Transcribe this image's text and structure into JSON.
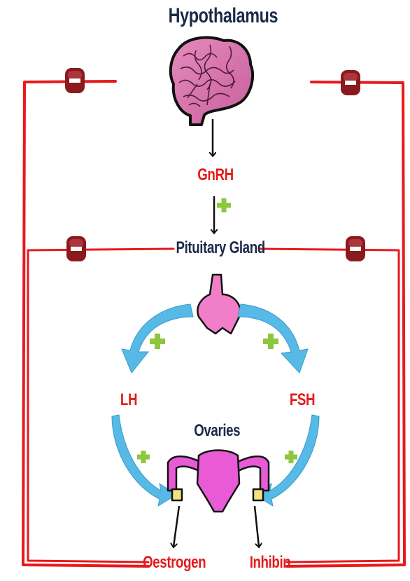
{
  "labels": {
    "hypothalamus": "Hypothalamus",
    "gnrh": "GnRH",
    "pituitary": "Pituitary Gland",
    "lh": "LH",
    "fsh": "FSH",
    "ovaries": "Ovaries",
    "oestrogen": "Oestrogen",
    "inhibin": "Inhibin"
  },
  "colors": {
    "navy": "#1c2a4a",
    "red_text": "#e31b1b",
    "feedback_line": "#e8191c",
    "pink": "#f07ec8",
    "magenta": "#e85ad6",
    "blue_arrow": "#56b9e6",
    "plus_green": "#8dc63f",
    "minus_badge": "#8b1a1f",
    "yellow": "#f5e27a"
  },
  "effects": {
    "stimulatory_symbol": "plus-icon",
    "inhibitory_symbol": "minus-icon"
  }
}
